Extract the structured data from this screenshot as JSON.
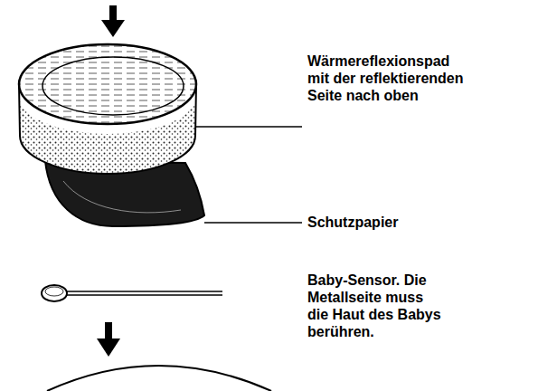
{
  "diagram": {
    "labels": [
      "Wärmereflexionspad mit der reflektierenden Seite nach oben",
      "Schutzpapier",
      "Baby-Sensor. Die Metallseite muss die Haut des Babys berühren."
    ]
  }
}
